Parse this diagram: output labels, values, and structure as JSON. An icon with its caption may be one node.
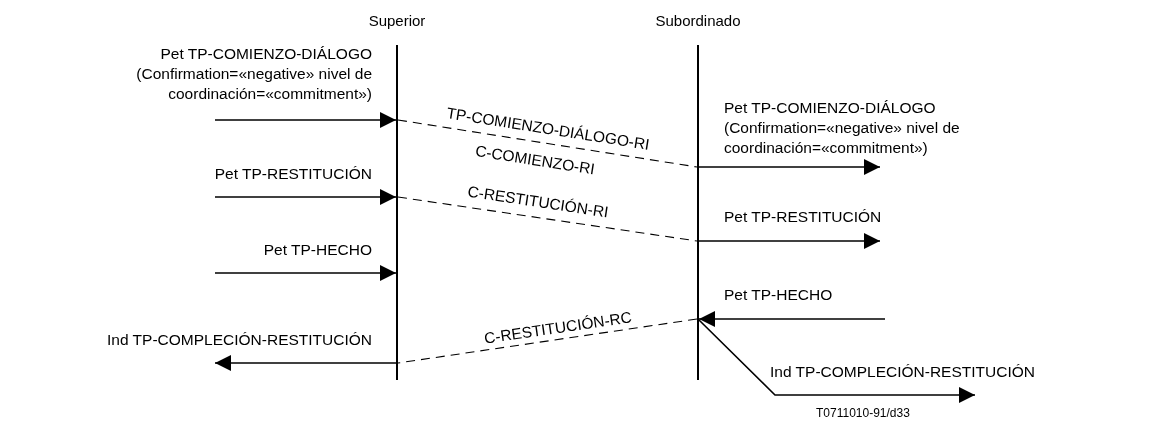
{
  "diagram": {
    "nodes": [
      {
        "text": [
          "Superior"
        ]
      },
      {
        "text": [
          "Subordinado"
        ]
      }
    ],
    "edges": [
      {
        "from": null,
        "to": 0,
        "arrow": "to",
        "label": "Pet TP-COMIENZO-DIÁLOGO (Confirmation=«negative» nivel de coordinación=«commitment»)"
      },
      {
        "from": 0,
        "to": 1,
        "arrow": "none",
        "style": "dashed",
        "label": "TP-COMIENZO-DIÁLOGO-RI"
      },
      {
        "from": 1,
        "to": null,
        "arrow": "to",
        "label": "Pet TP-COMIENZO-DIÁLOGO (Confirmation=«negative» nivel de coordinación=«commitment»)"
      },
      {
        "from": null,
        "to": 0,
        "arrow": "to",
        "label": "Pet TP-RESTITUCIÓN"
      },
      {
        "from": 0,
        "to": 1,
        "arrow": "none",
        "style": "dashed",
        "label": "C-RESTITUCIÓN-RI"
      },
      {
        "from": 1,
        "to": null,
        "arrow": "to",
        "label": "Pet TP-RESTITUCIÓN"
      },
      {
        "from": null,
        "to": 0,
        "arrow": "to",
        "label": "Pet TP-HECHO"
      },
      {
        "from": null,
        "to": 1,
        "arrow": "to",
        "label": "Pet TP-HECHO"
      },
      {
        "from": 1,
        "to": 0,
        "arrow": "none",
        "style": "dashed",
        "label": "C-RESTITUCIÓN-RC"
      },
      {
        "from": 0,
        "to": null,
        "arrow": "to",
        "label": "Ind TP-COMPLECIÓN-RESTITUCIÓN"
      },
      {
        "from": 1,
        "to": null,
        "arrow": "to",
        "label": "Ind TP-COMPLECIÓN-RESTITUCIÓN"
      }
    ],
    "labels": [
      "C-COMIENZO-RI",
      "T0711010-91/d33"
    ]
  }
}
